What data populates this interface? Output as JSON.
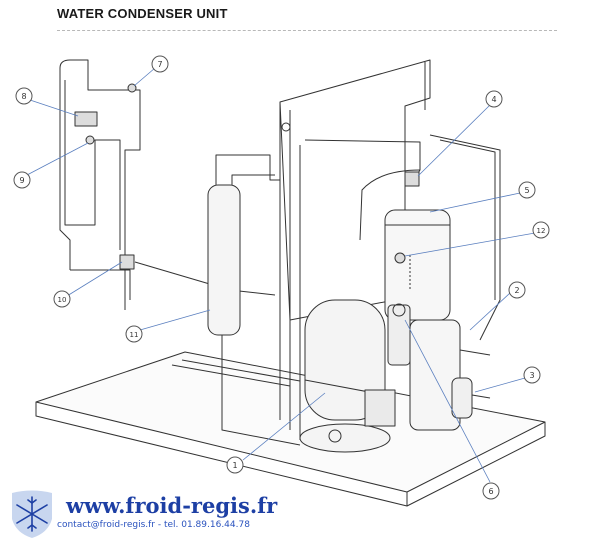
{
  "title": "WATER CONDENSER UNIT",
  "callouts": [
    "1",
    "2",
    "3",
    "4",
    "5",
    "6",
    "7",
    "8",
    "9",
    "10",
    "11",
    "12"
  ],
  "footer": {
    "url": "www.froid-regis.fr",
    "contact": "contact@froid-regis.fr - tel. 01.89.16.44.78"
  },
  "colors": {
    "line": "#333333",
    "leader": "#5a7fbf",
    "brand": "#1d3fa4",
    "contact": "#2a52be"
  }
}
